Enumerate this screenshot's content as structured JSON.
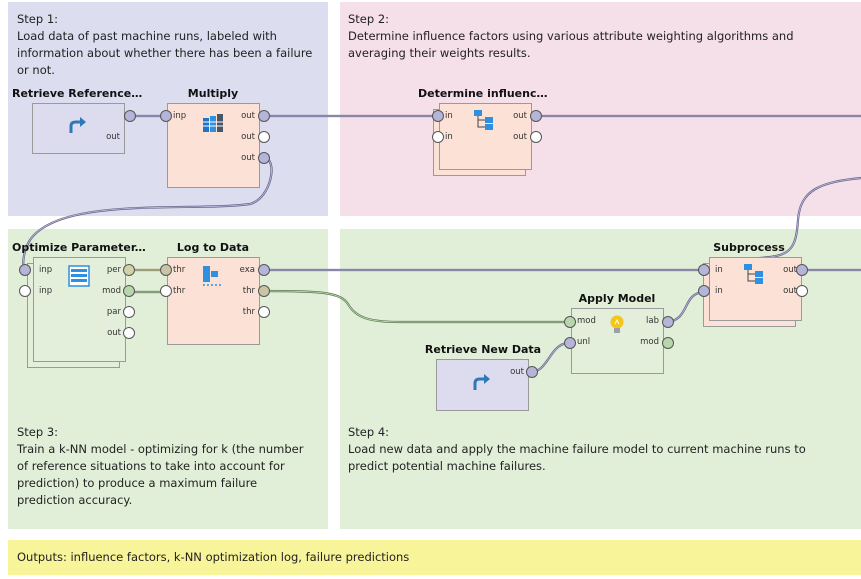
{
  "colors": {
    "step1_bg": "#ddddf0",
    "step2_bg": "#f5dfe9",
    "step34_bg": "#e1efd9",
    "outputs_bg": "#f7f49a",
    "retrieve_body": "#dcdcee",
    "blending_body": "#fbe1d6",
    "modeling_body": "#e3efda",
    "port_data": "#b5b4d9",
    "port_model": "#b7d6ab",
    "port_perf": "#d3d1a6",
    "port_thr": "#c8c4a4",
    "port_empty": "#ffffff"
  },
  "notes": {
    "step1": "Step 1:\nLoad data of past machine runs, labeled with information about whether there has been a failure or not.",
    "step2": "Step 2:\nDetermine influence factors using various attribute weighting algorithms and averaging their weights results.",
    "step3": "Step 3:\nTrain a k-NN model - optimizing for k (the number of reference situations to take into account for prediction) to produce a maximum failure prediction accuracy.",
    "step4": "Step 4:\nLoad new data and apply the machine failure model to current machine runs to predict potential machine failures.",
    "outputs": "Outputs: influence factors, k-NN optimization log, failure predictions"
  },
  "operators": {
    "retrieve_reference": {
      "title": "Retrieve Reference ...",
      "icon": "retrieve-icon",
      "ports_out": [
        "out"
      ]
    },
    "multiply": {
      "title": "Multiply",
      "icon": "multiply-icon",
      "ports_in": [
        "inp"
      ],
      "ports_out": [
        "out",
        "out",
        "out"
      ]
    },
    "determine_influence": {
      "title": "Determine influence...",
      "icon": "subprocess-icon",
      "ports_in": [
        "in",
        "in"
      ],
      "ports_out": [
        "out",
        "out"
      ]
    },
    "optimize_parameters": {
      "title": "Optimize Parameter...",
      "icon": "optimize-icon",
      "ports_in": [
        "inp",
        "inp"
      ],
      "ports_out": [
        "per",
        "mod",
        "par",
        "out"
      ]
    },
    "log_to_data": {
      "title": "Log to Data",
      "icon": "log-icon",
      "ports_in": [
        "thr",
        "thr"
      ],
      "ports_out": [
        "exa",
        "thr",
        "thr"
      ]
    },
    "subprocess": {
      "title": "Subprocess",
      "icon": "subprocess-icon",
      "ports_in": [
        "in",
        "in"
      ],
      "ports_out": [
        "out",
        "out"
      ]
    },
    "apply_model": {
      "title": "Apply Model",
      "icon": "lightbulb-icon",
      "ports_in": [
        "mod",
        "unl"
      ],
      "ports_out": [
        "lab",
        "mod"
      ]
    },
    "retrieve_new_data": {
      "title": "Retrieve New Data",
      "icon": "retrieve-icon",
      "ports_out": [
        "out"
      ]
    }
  }
}
